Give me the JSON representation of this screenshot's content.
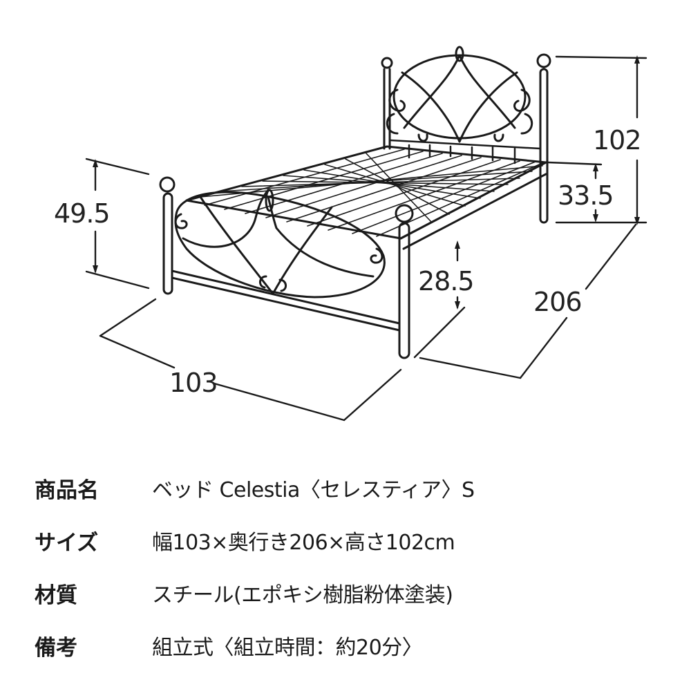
{
  "diagram": {
    "subject": "bed-frame-isometric",
    "dimensions": {
      "total_height": "102",
      "headboard_above_frame": "33.5",
      "footboard_height": "49.5",
      "frame_height": "28.5",
      "width": "103",
      "depth": "206"
    },
    "line_color": "#1a1a1a"
  },
  "specs": [
    {
      "key": "商品名",
      "value": "ベッド Celestia〈セレスティア〉S"
    },
    {
      "key": "サイズ",
      "value": "幅103×奥行き206×高さ102cm"
    },
    {
      "key": "材質",
      "value": "スチール(エポキシ樹脂粉体塗装)"
    },
    {
      "key": "備考",
      "value": "組立式〈組立時間：約20分〉"
    }
  ]
}
